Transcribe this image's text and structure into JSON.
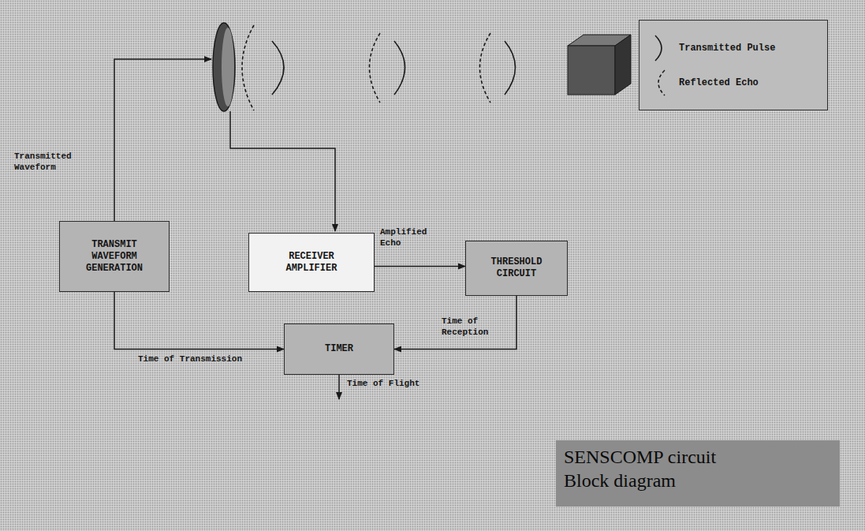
{
  "diagram": {
    "title": "SENSCOMP circuit Block diagram",
    "nodes": [
      {
        "text": [
          "TRANSMIT WAVEFORM GENERATION"
        ]
      },
      {
        "text": [
          "RECEIVER AMPLIFIER"
        ]
      },
      {
        "text": [
          "THRESHOLD CIRCUIT"
        ]
      },
      {
        "text": [
          "TIMER"
        ]
      }
    ],
    "edges": [
      {
        "from": 1,
        "to": 2,
        "label": "Amplified Echo",
        "arrow": "to"
      },
      {
        "from": 2,
        "to": 3,
        "label": "Time of Reception",
        "arrow": "to"
      },
      {
        "from": 0,
        "to": 3,
        "label": "Time of Transmission",
        "arrow": "to"
      }
    ],
    "labels": [
      "Transmitted Waveform",
      "Time of Flight"
    ],
    "legend": [
      {
        "text": "Transmitted Pulse"
      },
      {
        "text": "Reflected Echo"
      }
    ]
  }
}
